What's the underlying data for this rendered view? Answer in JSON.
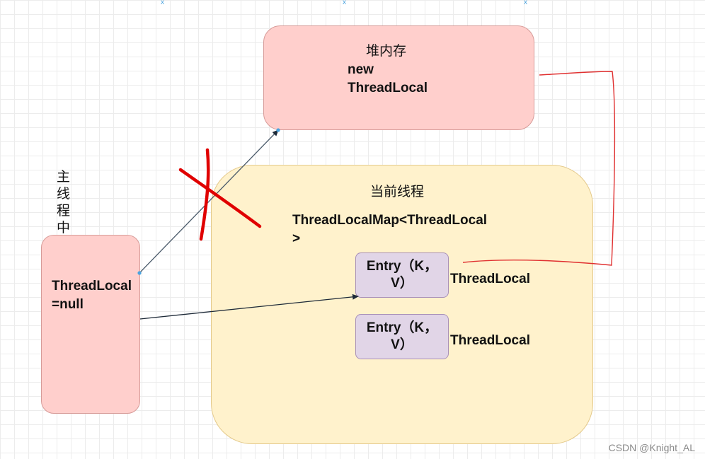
{
  "heap": {
    "title": "堆内存",
    "content": "new\nThreadLocal"
  },
  "thread": {
    "title": "当前线程",
    "map_label": "ThreadLocalMap<ThreadLocal\n>",
    "entries": [
      {
        "label": "Entry（K，\nV）",
        "side_label": "ThreadLocal"
      },
      {
        "label": "Entry（K，\nV）",
        "side_label": "ThreadLocal"
      }
    ]
  },
  "main_thread": {
    "vertical_label": "主线程中",
    "box_label": "ThreadLocal\n=null"
  },
  "watermark": "CSDN @Knight_AL",
  "colors": {
    "heap_fill": "#ffcfcc",
    "thread_fill": "#fff2cc",
    "entry_fill": "#e1d5e7",
    "annotation_red": "#e00000",
    "connector": "#4a5a6a"
  }
}
